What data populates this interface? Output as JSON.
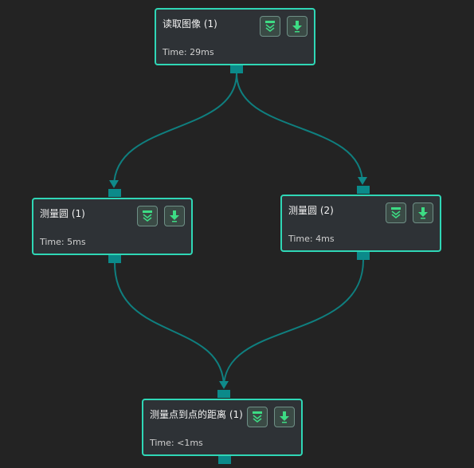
{
  "colors": {
    "background": "#232323",
    "node_fill": "#2e3236",
    "node_border": "#2fd7b6",
    "edge": "#0f7f7f",
    "port": "#0b8a8a",
    "icon_green": "#3ddc84"
  },
  "nodes": [
    {
      "title": "读取图像 (1)",
      "time": "Time: 29ms"
    },
    {
      "title": "测量圆 (1)",
      "time": "Time: 5ms"
    },
    {
      "title": "测量圆 (2)",
      "time": "Time: 4ms"
    },
    {
      "title": "测量点到点的距离 (1)",
      "time": "Time: <1ms"
    }
  ],
  "buttons": {
    "collapse_icon": "double-chevron-down-icon",
    "run_icon": "download-arrow-icon"
  }
}
